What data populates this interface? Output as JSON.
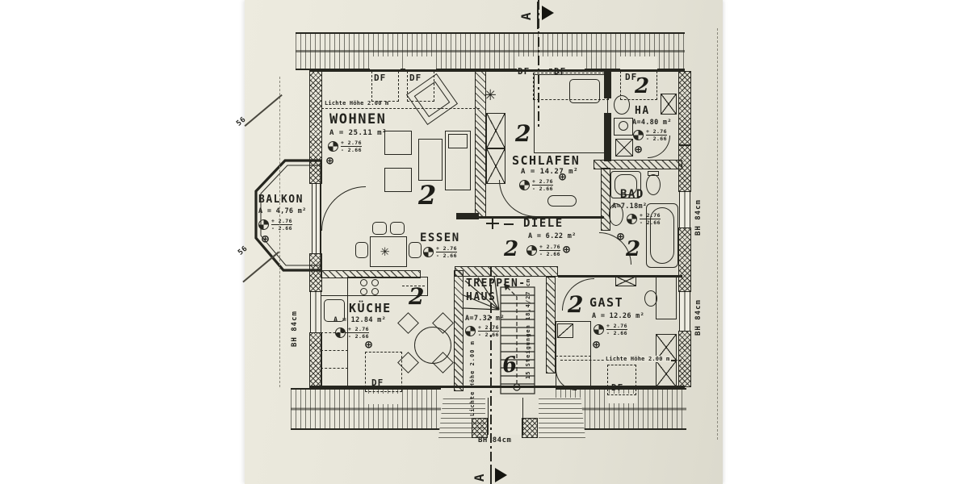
{
  "rooms": {
    "wohnen": {
      "name": "WOHNEN",
      "area": "A = 25.11 m²"
    },
    "schlafen": {
      "name": "SCHLAFEN",
      "area": "A = 14.27 m²"
    },
    "ha": {
      "name": "HA",
      "area": "A=4.80 m²"
    },
    "bad": {
      "name": "BAD",
      "area": "A=7.18m²"
    },
    "balkon": {
      "name": "BALKON",
      "area": "A = 4,76 m²"
    },
    "essen": {
      "name": "ESSEN"
    },
    "diele": {
      "name": "DIELE",
      "area": "A = 6.22 m²"
    },
    "kueche": {
      "name": "KÜCHE",
      "area": "A = 12.84 m²"
    },
    "treppenhaus": {
      "name_line1": "TREPPEN-",
      "name_line2": "HAUS",
      "area": "A=7.32 m²"
    },
    "gast": {
      "name": "GAST",
      "area": "A = 12.26 m²"
    }
  },
  "levels": {
    "plus": "+ 2.76",
    "minus": "- 2.66"
  },
  "annotations": {
    "lichte_hoehe": "Lichte Höhe 2.00 m",
    "stairs_note": "15 Steigungen 18,4/27 cm",
    "bh": "BH 84cm",
    "dim56": "56",
    "df": "DF",
    "section": "A",
    "unit_no": "2",
    "stair_no": "6"
  },
  "colors": {
    "ink": "#26261f",
    "paper": "#e8e6da"
  }
}
